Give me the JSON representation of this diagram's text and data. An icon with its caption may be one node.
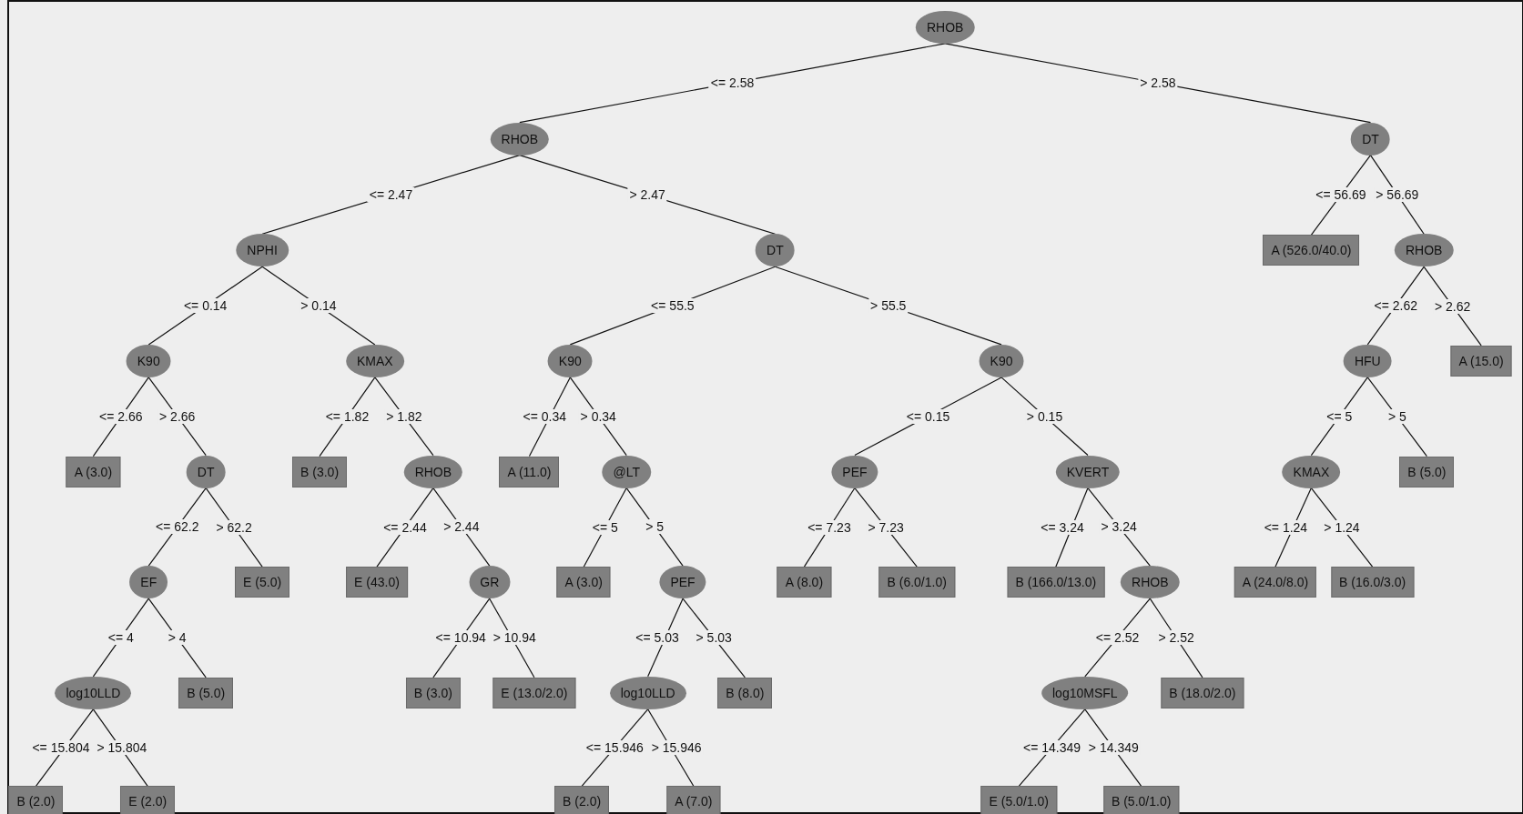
{
  "diagram": {
    "nodes": [
      {
        "text": [
          "RHOB"
        ]
      },
      {
        "text": [
          "RHOB"
        ]
      },
      {
        "text": [
          "DT"
        ]
      },
      {
        "text": [
          "NPHI"
        ]
      },
      {
        "text": [
          "DT"
        ]
      },
      {
        "text": [
          "A (526.0/40.0)"
        ]
      },
      {
        "text": [
          "RHOB"
        ]
      },
      {
        "text": [
          "K90"
        ]
      },
      {
        "text": [
          "KMAX"
        ]
      },
      {
        "text": [
          "K90"
        ]
      },
      {
        "text": [
          "K90"
        ]
      },
      {
        "text": [
          "HFU"
        ]
      },
      {
        "text": [
          "A (15.0)"
        ]
      },
      {
        "text": [
          "A (3.0)"
        ]
      },
      {
        "text": [
          "DT"
        ]
      },
      {
        "text": [
          "B (3.0)"
        ]
      },
      {
        "text": [
          "RHOB"
        ]
      },
      {
        "text": [
          "A (11.0)"
        ]
      },
      {
        "text": [
          "@LT"
        ]
      },
      {
        "text": [
          "PEF"
        ]
      },
      {
        "text": [
          "KVERT"
        ]
      },
      {
        "text": [
          "KMAX"
        ]
      },
      {
        "text": [
          "B (5.0)"
        ]
      },
      {
        "text": [
          "EF"
        ]
      },
      {
        "text": [
          "E (5.0)"
        ]
      },
      {
        "text": [
          "E (43.0)"
        ]
      },
      {
        "text": [
          "GR"
        ]
      },
      {
        "text": [
          "A (3.0)"
        ]
      },
      {
        "text": [
          "PEF"
        ]
      },
      {
        "text": [
          "A (8.0)"
        ]
      },
      {
        "text": [
          "B (6.0/1.0)"
        ]
      },
      {
        "text": [
          "B (166.0/13.0)"
        ]
      },
      {
        "text": [
          "RHOB"
        ]
      },
      {
        "text": [
          "A (24.0/8.0)"
        ]
      },
      {
        "text": [
          "B (16.0/3.0)"
        ]
      },
      {
        "text": [
          "log10LLD"
        ]
      },
      {
        "text": [
          "B (5.0)"
        ]
      },
      {
        "text": [
          "B (3.0)"
        ]
      },
      {
        "text": [
          "E (13.0/2.0)"
        ]
      },
      {
        "text": [
          "log10LLD"
        ]
      },
      {
        "text": [
          "B (8.0)"
        ]
      },
      {
        "text": [
          "log10MSFL"
        ]
      },
      {
        "text": [
          "B (18.0/2.0)"
        ]
      },
      {
        "text": [
          "B (2.0)"
        ]
      },
      {
        "text": [
          "E (2.0)"
        ]
      },
      {
        "text": [
          "B (2.0)"
        ]
      },
      {
        "text": [
          "A (7.0)"
        ]
      },
      {
        "text": [
          "E (5.0/1.0)"
        ]
      },
      {
        "text": [
          "B (5.0/1.0)"
        ]
      }
    ],
    "edges": [
      {
        "from": 0,
        "to": 1,
        "arrow": "none",
        "label": "<= 2.58"
      },
      {
        "from": 0,
        "to": 2,
        "arrow": "none",
        "label": "> 2.58"
      },
      {
        "from": 1,
        "to": 3,
        "arrow": "none",
        "label": "<= 2.47"
      },
      {
        "from": 1,
        "to": 4,
        "arrow": "none",
        "label": "> 2.47"
      },
      {
        "from": 2,
        "to": 5,
        "arrow": "none",
        "label": "<= 56.69"
      },
      {
        "from": 2,
        "to": 6,
        "arrow": "none",
        "label": "> 56.69"
      },
      {
        "from": 3,
        "to": 7,
        "arrow": "none",
        "label": "<= 0.14"
      },
      {
        "from": 3,
        "to": 8,
        "arrow": "none",
        "label": "> 0.14"
      },
      {
        "from": 4,
        "to": 9,
        "arrow": "none",
        "label": "<= 55.5"
      },
      {
        "from": 4,
        "to": 10,
        "arrow": "none",
        "label": "> 55.5"
      },
      {
        "from": 6,
        "to": 11,
        "arrow": "none",
        "label": "<= 2.62"
      },
      {
        "from": 6,
        "to": 12,
        "arrow": "none",
        "label": "> 2.62"
      },
      {
        "from": 7,
        "to": 13,
        "arrow": "none",
        "label": "<= 2.66"
      },
      {
        "from": 7,
        "to": 14,
        "arrow": "none",
        "label": "> 2.66"
      },
      {
        "from": 8,
        "to": 15,
        "arrow": "none",
        "label": "<= 1.82"
      },
      {
        "from": 8,
        "to": 16,
        "arrow": "none",
        "label": "> 1.82"
      },
      {
        "from": 9,
        "to": 17,
        "arrow": "none",
        "label": "<= 0.34"
      },
      {
        "from": 9,
        "to": 18,
        "arrow": "none",
        "label": "> 0.34"
      },
      {
        "from": 10,
        "to": 19,
        "arrow": "none",
        "label": "<= 0.15"
      },
      {
        "from": 10,
        "to": 20,
        "arrow": "none",
        "label": "> 0.15"
      },
      {
        "from": 11,
        "to": 21,
        "arrow": "none",
        "label": "<= 5"
      },
      {
        "from": 11,
        "to": 22,
        "arrow": "none",
        "label": "> 5"
      },
      {
        "from": 14,
        "to": 23,
        "arrow": "none",
        "label": "<= 62.2"
      },
      {
        "from": 14,
        "to": 24,
        "arrow": "none",
        "label": "> 62.2"
      },
      {
        "from": 16,
        "to": 25,
        "arrow": "none",
        "label": "<= 2.44"
      },
      {
        "from": 16,
        "to": 26,
        "arrow": "none",
        "label": "> 2.44"
      },
      {
        "from": 18,
        "to": 27,
        "arrow": "none",
        "label": "<= 5"
      },
      {
        "from": 18,
        "to": 28,
        "arrow": "none",
        "label": "> 5"
      },
      {
        "from": 19,
        "to": 29,
        "arrow": "none",
        "label": "<= 7.23"
      },
      {
        "from": 19,
        "to": 30,
        "arrow": "none",
        "label": "> 7.23"
      },
      {
        "from": 20,
        "to": 31,
        "arrow": "none",
        "label": "<= 3.24"
      },
      {
        "from": 20,
        "to": 32,
        "arrow": "none",
        "label": "> 3.24"
      },
      {
        "from": 21,
        "to": 33,
        "arrow": "none",
        "label": "<= 1.24"
      },
      {
        "from": 21,
        "to": 34,
        "arrow": "none",
        "label": "> 1.24"
      },
      {
        "from": 23,
        "to": 35,
        "arrow": "none",
        "label": "<= 4"
      },
      {
        "from": 23,
        "to": 36,
        "arrow": "none",
        "label": "> 4"
      },
      {
        "from": 26,
        "to": 37,
        "arrow": "none",
        "label": "<= 10.94"
      },
      {
        "from": 26,
        "to": 38,
        "arrow": "none",
        "label": "> 10.94"
      },
      {
        "from": 28,
        "to": 39,
        "arrow": "none",
        "label": "<= 5.03"
      },
      {
        "from": 28,
        "to": 40,
        "arrow": "none",
        "label": "> 5.03"
      },
      {
        "from": 32,
        "to": 41,
        "arrow": "none",
        "label": "<= 2.52"
      },
      {
        "from": 32,
        "to": 42,
        "arrow": "none",
        "label": "> 2.52"
      },
      {
        "from": 35,
        "to": 43,
        "arrow": "none",
        "label": "<= 15.804"
      },
      {
        "from": 35,
        "to": 44,
        "arrow": "none",
        "label": "> 15.804"
      },
      {
        "from": 39,
        "to": 45,
        "arrow": "none",
        "label": "<= 15.946"
      },
      {
        "from": 39,
        "to": 46,
        "arrow": "none",
        "label": "> 15.946"
      },
      {
        "from": 41,
        "to": 47,
        "arrow": "none",
        "label": "<= 14.349"
      },
      {
        "from": 41,
        "to": 48,
        "arrow": "none",
        "label": "> 14.349"
      }
    ]
  }
}
